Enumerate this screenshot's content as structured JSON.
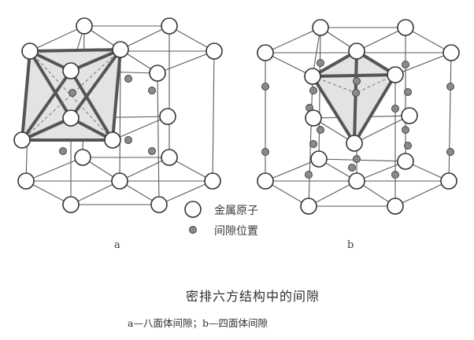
{
  "figure": {
    "title": "密排六方结构中的间隙",
    "caption": "a—八面体间隙；b—四面体间隙",
    "legend": {
      "items": [
        {
          "icon": "metal-atom-circle",
          "label": "金属原子"
        },
        {
          "icon": "interstitial-dot",
          "label": "间隙位置"
        }
      ]
    },
    "panels": [
      {
        "label": "a",
        "type": "octahedral-interstice"
      },
      {
        "label": "b",
        "type": "tetrahedral-interstice"
      }
    ]
  },
  "colors": {
    "line": "#5a5a5a",
    "bold_edge": "#555555",
    "shaded_face": "#e3e3e3",
    "atom_fill": "#ffffff",
    "atom_stroke": "#333333",
    "interstitial_fill": "#8a8a8a",
    "interstitial_stroke": "#444444"
  }
}
